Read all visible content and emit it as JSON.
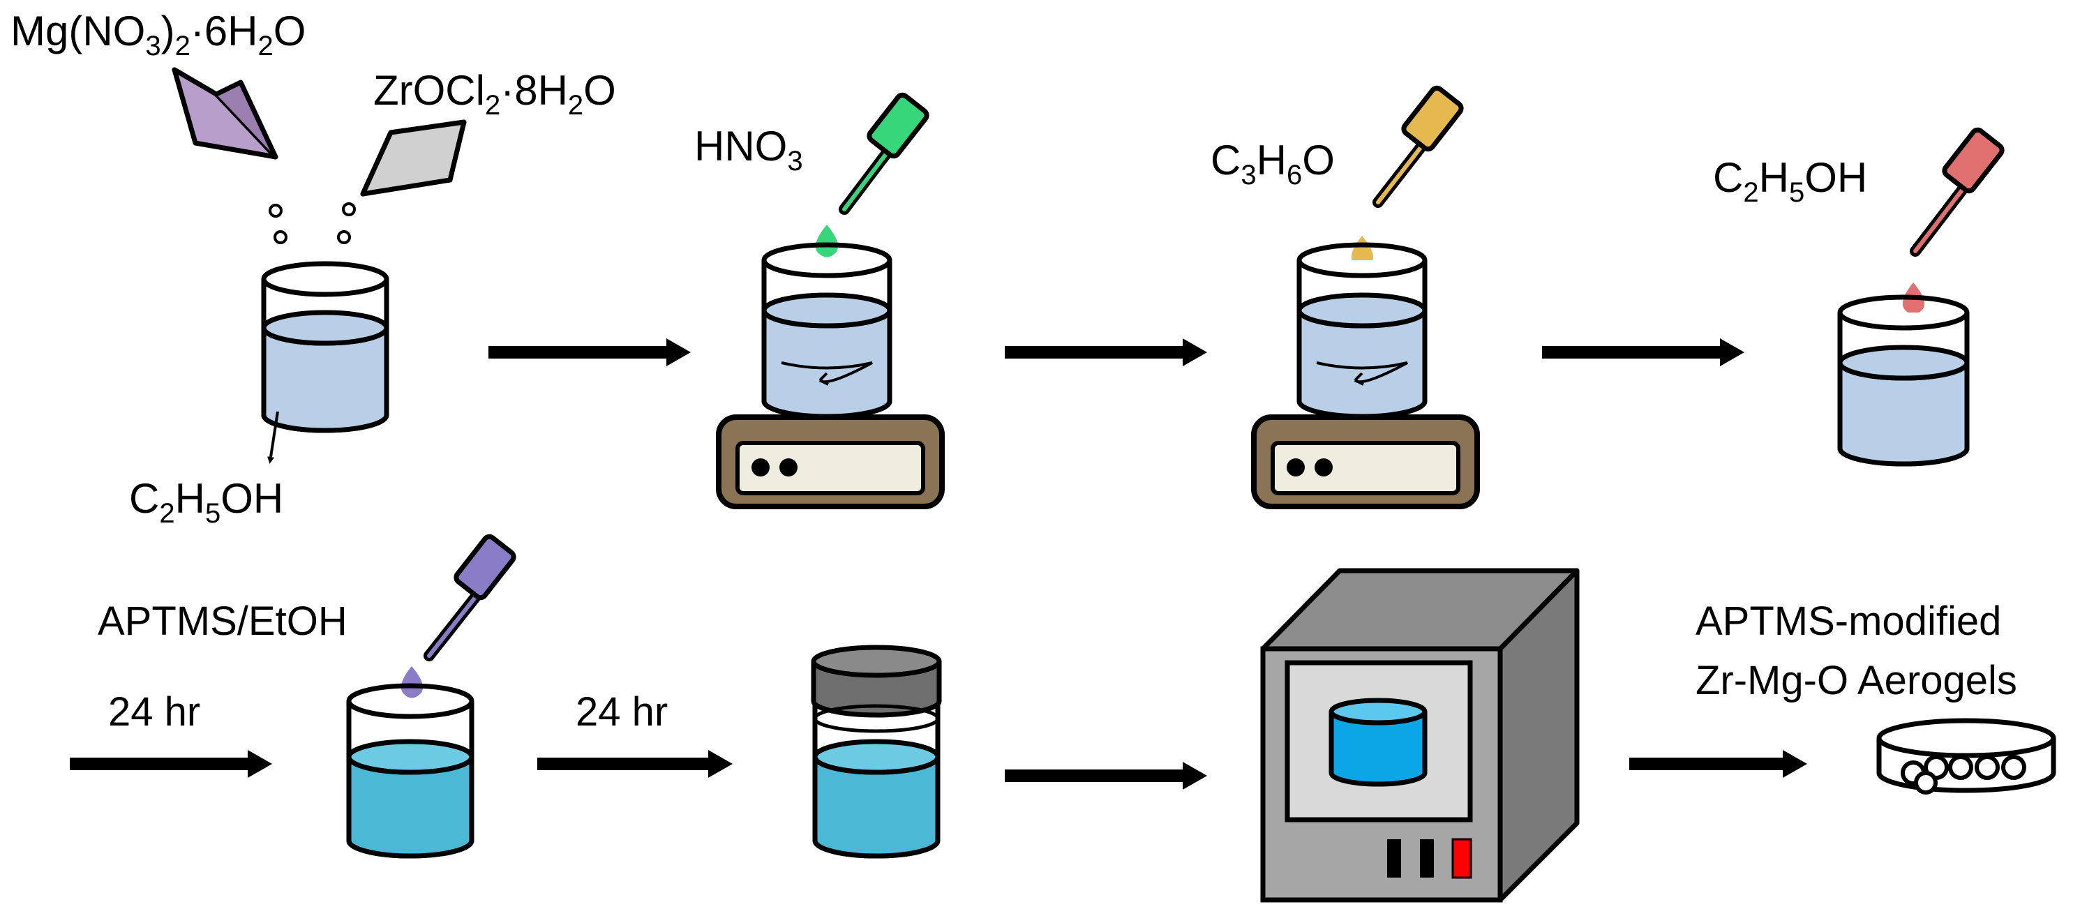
{
  "diagram": {
    "step1": {
      "reagent_mg": {
        "main": "Mg(NO",
        "s1": "3",
        "mid": ")",
        "s2": "2",
        "mid2": "·6H",
        "s3": "2",
        "end": "O"
      },
      "reagent_zr": {
        "main": "ZrOCl",
        "s1": "2",
        "mid": "·8H",
        "s2": "2",
        "end": "O"
      },
      "solvent": {
        "a": "C",
        "s1": "2",
        "b": "H",
        "s2": "5",
        "c": "OH"
      }
    },
    "step2": {
      "reagent": {
        "a": "HNO",
        "s1": "3"
      }
    },
    "step3": {
      "reagent": {
        "a": "C",
        "s1": "3",
        "b": "H",
        "s2": "6",
        "c": "O"
      }
    },
    "step4": {
      "reagent": {
        "a": "C",
        "s1": "2",
        "b": "H",
        "s2": "5",
        "c": "OH"
      }
    },
    "step5": {
      "reagent": "APTMS/EtOH",
      "time_in": "24 hr"
    },
    "step6": {
      "time_in": "24 hr"
    },
    "final": {
      "line1": "APTMS-modified",
      "line2": "Zr-Mg-O Aerogels"
    }
  },
  "colors": {
    "solution_light": "#b9cfe8",
    "solution_cyan": "#4bb9d6",
    "mg_salt": "#a488b8",
    "zr_salt": "#d9d9d9",
    "hno3_pipette": "#37d67a",
    "acetone_pipette": "#e6b850",
    "ethanol_pipette": "#e07070",
    "aptms_pipette": "#8b7cc8",
    "stirrer_body": "#8b7355",
    "stirrer_panel": "#efece0",
    "dryer_body": "#a6a6a6",
    "dryer_vessel": "#0aa6e6",
    "indicator_red": "#ff0000"
  }
}
